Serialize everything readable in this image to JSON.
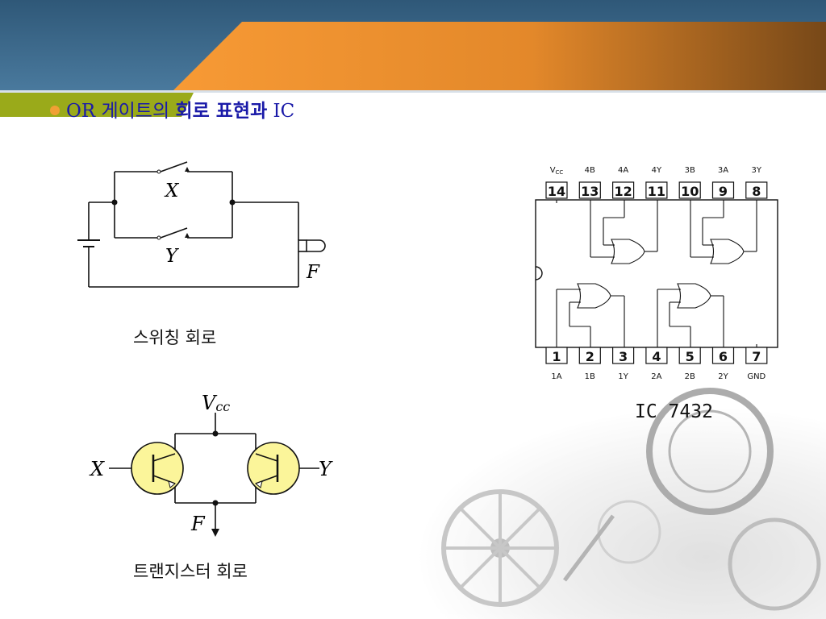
{
  "title": {
    "prefix": "OR 게이트의 ",
    "emphasis": "회로 표현과",
    "suffix": " IC"
  },
  "switch_circuit": {
    "caption": "스위칭 회로",
    "label_x": "X",
    "label_y": "Y",
    "label_f": "F"
  },
  "transistor_circuit": {
    "caption": "트랜지스터 회로",
    "label_vcc": "V",
    "label_vcc_sub": "cc",
    "label_x": "X",
    "label_y": "Y",
    "label_f": "F"
  },
  "ic": {
    "caption": "IC 7432",
    "top_pins": [
      {
        "num": "14",
        "name": "V",
        "sub": "CC"
      },
      {
        "num": "13",
        "name": "4B",
        "sub": ""
      },
      {
        "num": "12",
        "name": "4A",
        "sub": ""
      },
      {
        "num": "11",
        "name": "4Y",
        "sub": ""
      },
      {
        "num": "10",
        "name": "3B",
        "sub": ""
      },
      {
        "num": "9",
        "name": "3A",
        "sub": ""
      },
      {
        "num": "8",
        "name": "3Y",
        "sub": ""
      }
    ],
    "bottom_pins": [
      {
        "num": "1",
        "name": "1A"
      },
      {
        "num": "2",
        "name": "1B"
      },
      {
        "num": "3",
        "name": "1Y"
      },
      {
        "num": "4",
        "name": "2A"
      },
      {
        "num": "5",
        "name": "2B"
      },
      {
        "num": "6",
        "name": "2Y"
      },
      {
        "num": "7",
        "name": "GND"
      }
    ]
  },
  "colors": {
    "header_blue": "#3f6c92",
    "header_orange": "#f7a040",
    "header_brown": "#7a4a1e",
    "olive_band": "#9aaa1a",
    "title_blue": "#1a1aa8",
    "bullet_orange": "#f0a035",
    "transistor_fill": "#fbf59a"
  }
}
